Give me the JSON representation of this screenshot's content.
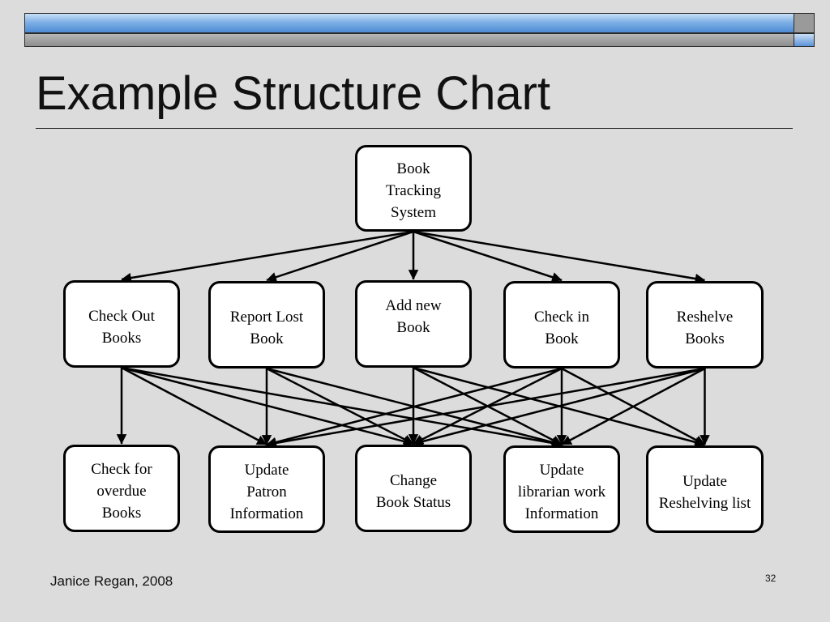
{
  "slide": {
    "title": "Example Structure Chart",
    "author": "Janice Regan, 2008",
    "page_number": "32"
  },
  "diagram": {
    "root": "Book\nTracking\nSystem",
    "mid": [
      "Check Out\nBooks",
      "Report Lost\nBook",
      "Add new\nBook",
      "Check in\nBook",
      "Reshelve\nBooks"
    ],
    "bottom": [
      "Check for\noverdue\nBooks",
      "Update\nPatron\nInformation",
      "Change\nBook Status",
      "Update\nlibrarian work\nInformation",
      "Update\nReshelving list"
    ],
    "edges": [
      [
        "root",
        "mid-0"
      ],
      [
        "root",
        "mid-1"
      ],
      [
        "root",
        "mid-2"
      ],
      [
        "root",
        "mid-3"
      ],
      [
        "root",
        "mid-4"
      ],
      [
        "mid-0",
        "bottom-0"
      ],
      [
        "mid-0",
        "bottom-1"
      ],
      [
        "mid-0",
        "bottom-2"
      ],
      [
        "mid-0",
        "bottom-3"
      ],
      [
        "mid-1",
        "bottom-1"
      ],
      [
        "mid-1",
        "bottom-2"
      ],
      [
        "mid-1",
        "bottom-3"
      ],
      [
        "mid-2",
        "bottom-2"
      ],
      [
        "mid-2",
        "bottom-3"
      ],
      [
        "mid-2",
        "bottom-4"
      ],
      [
        "mid-3",
        "bottom-1"
      ],
      [
        "mid-3",
        "bottom-2"
      ],
      [
        "mid-3",
        "bottom-3"
      ],
      [
        "mid-3",
        "bottom-4"
      ],
      [
        "mid-4",
        "bottom-1"
      ],
      [
        "mid-4",
        "bottom-2"
      ],
      [
        "mid-4",
        "bottom-3"
      ],
      [
        "mid-4",
        "bottom-4"
      ]
    ]
  }
}
